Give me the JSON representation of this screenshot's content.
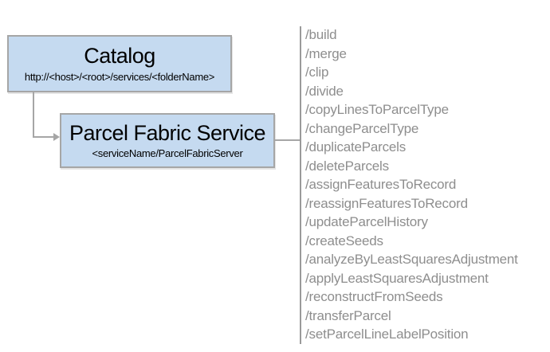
{
  "catalog": {
    "title": "Catalog",
    "subtitle": "http://<host>/<root>/services/<folderName>"
  },
  "service": {
    "title": "Parcel Fabric Service",
    "subtitle": "<serviceName/ParcelFabricServer"
  },
  "endpoints": {
    "items": [
      "/build",
      "/merge",
      "/clip",
      "/divide",
      "/copyLinesToParcelType",
      "/changeParcelType",
      "/duplicateParcels",
      "/deleteParcels",
      "/assignFeaturesToRecord",
      "/reassignFeaturesToRecord",
      "/updateParcelHistory",
      "/createSeeds",
      "/analyzeByLeastSquaresAdjustment",
      "/applyLeastSquaresAdjustment",
      "/reconstructFromSeeds",
      "/transferParcel",
      "/setParcelLineLabelPosition"
    ]
  },
  "colors": {
    "box_fill": "#c5daf0",
    "box_border": "#a6a6a6",
    "connector": "#a6a6a6",
    "separator": "#9a9a9a",
    "endpoint_text": "#8e8e8e",
    "title_text": "#000000"
  }
}
